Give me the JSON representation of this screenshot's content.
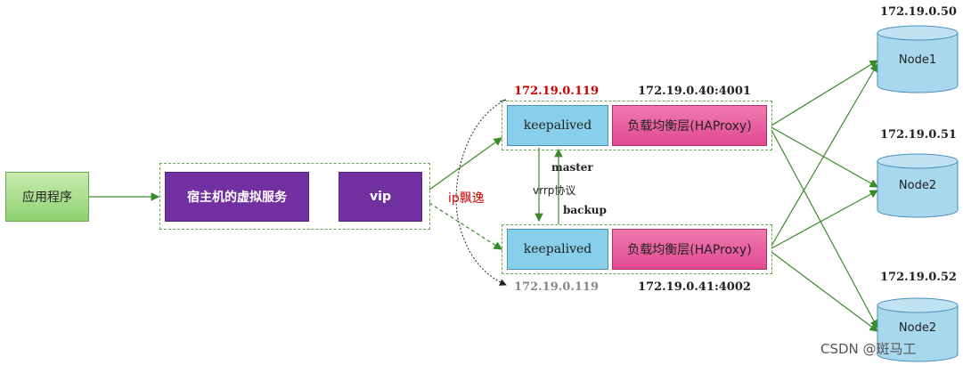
{
  "app": {
    "label": "应用程序"
  },
  "host": {
    "service_label": "宿主机的虚拟服务",
    "vip_label": "vip"
  },
  "float_label": "ip飘逸",
  "master": {
    "vip_ip": "172.19.0.119",
    "addr": "172.19.0.40:4001",
    "keepalived": "keepalived",
    "haproxy": "负载均衡层(HAProxy)",
    "role": "master"
  },
  "backup": {
    "vip_ip": "172.19.0.119",
    "addr": "172.19.0.41:4002",
    "keepalived": "keepalived",
    "haproxy": "负载均衡层(HAProxy)",
    "role": "backup"
  },
  "vrrp_label": "vrrp协议",
  "nodes": [
    {
      "ip": "172.19.0.50",
      "name": "Node1"
    },
    {
      "ip": "172.19.0.51",
      "name": "Node2"
    },
    {
      "ip": "172.19.0.52",
      "name": "Node2"
    }
  ],
  "watermark": "CSDN @斑马工",
  "colors": {
    "purple": "#7030a0",
    "keepalived": "#87cfeb",
    "haproxy": "#e04890",
    "node": "#a8d8ee",
    "arrow": "#3a8a2a",
    "vip_ip_active": "#d40000",
    "vip_ip_inactive": "#888888"
  }
}
